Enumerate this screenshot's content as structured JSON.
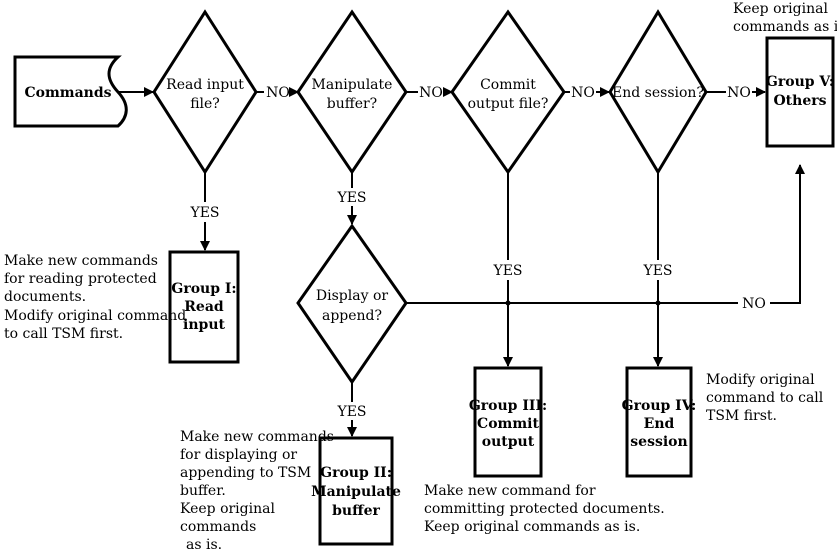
{
  "nodes": {
    "commands": "Commands",
    "read_input": [
      "Read input",
      "file?"
    ],
    "manipulate_buffer": [
      "Manipulate",
      "buffer?"
    ],
    "commit_output": [
      "Commit",
      "output file?"
    ],
    "end_session": "End session?",
    "display_append": [
      "Display or",
      "append?"
    ],
    "group1": [
      "Group I:",
      "Read",
      "input"
    ],
    "group2": [
      "Group II:",
      "Manipulate",
      "buffer"
    ],
    "group3": [
      "Group III:",
      "Commit",
      "output"
    ],
    "group4": [
      "Group IV:",
      "End",
      "session"
    ],
    "group5": [
      "Group V:",
      "Others"
    ]
  },
  "labels": {
    "yes": "YES",
    "no": "NO"
  },
  "notes": {
    "group1": [
      "Make new commands",
      "for reading protected",
      "documents.",
      "Modify original command",
      "to call TSM first."
    ],
    "group2": [
      "Make new commands",
      "for displaying or",
      "appending to TSM",
      "buffer.",
      "Keep original",
      "commands",
      "as is."
    ],
    "group3": [
      "Make new command for",
      "committing protected documents.",
      "Keep original commands as is."
    ],
    "group4": [
      "Modify original",
      "command to call",
      "TSM first."
    ],
    "group5": [
      "Keep original",
      "commands as is."
    ]
  }
}
